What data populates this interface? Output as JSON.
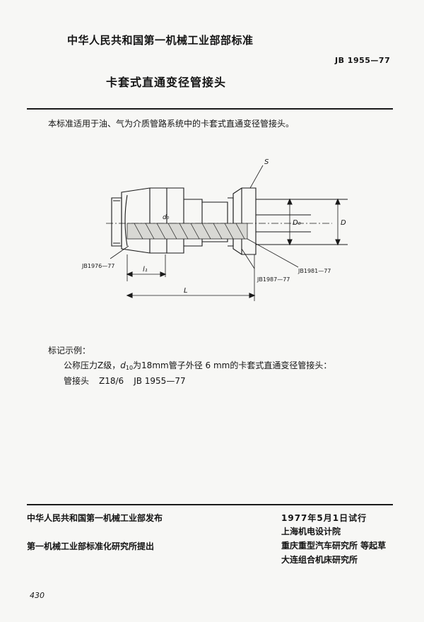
{
  "header": {
    "organization_title": "中华人民共和国第一机械工业部部标准",
    "standard_number": "JB 1955—77",
    "document_title": "卡套式直通变径管接头"
  },
  "intro": "本标准适用于油、气为介质管路系统中的卡套式直通变径管接头。",
  "figure": {
    "label_s": "S",
    "label_d0": "d₀",
    "label_D0": "D₀",
    "label_D": "D",
    "label_l1": "l₁",
    "label_L": "L",
    "ref_left": "JB1976—77",
    "ref_middle": "JB1987—77",
    "ref_right": "JB1981—77"
  },
  "example": {
    "label": "标记示例：",
    "line_prefix": "公称压力Z级，",
    "line_var": "d",
    "line_sub": "10",
    "line_suffix": "为18mm管子外径 6 mm的卡套式直通变径管接头：",
    "code_name": "管接头",
    "code_value": "Z18/6",
    "code_std": "JB 1955—77"
  },
  "footer": {
    "publisher": "中华人民共和国第一机械工业部发布",
    "proposer": "第一机械工业部标准化研究所提出",
    "date": "1977年5月1日试行",
    "drafter_1": "上海机电设计院",
    "drafter_2": "重庆重型汽车研究所 等起草",
    "drafter_3": "大连组合机床研究所",
    "page_number": "430"
  }
}
